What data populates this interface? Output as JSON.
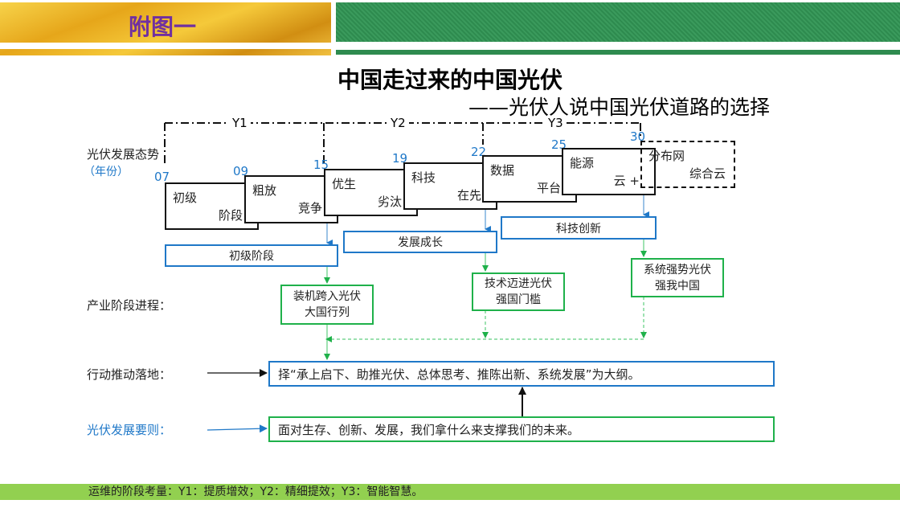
{
  "header": {
    "figure_label": "附图一",
    "title": "中国走过来的中国光伏",
    "subtitle": "——光伏人说中国光伏道路的选择"
  },
  "periods": [
    "Y1",
    "Y2",
    "Y3"
  ],
  "left_labels": {
    "trend": "光伏发展态势",
    "year": "（年份）",
    "industry": "产业阶段进程：",
    "action": "行动推动落地：",
    "principle": "光伏发展要则："
  },
  "steps": [
    {
      "year": "07",
      "line1": "初级",
      "line2": "阶段"
    },
    {
      "year": "09",
      "line1": "粗放",
      "line2": "竞争"
    },
    {
      "year": "15",
      "line1": "优生",
      "line2": "劣汰"
    },
    {
      "year": "19",
      "line1": "科技",
      "line2": "在先"
    },
    {
      "year": "22",
      "line1": "数据",
      "line2": "平台"
    },
    {
      "year": "25",
      "line1": "能源",
      "line2": "云 +"
    },
    {
      "year": "30",
      "line1": "分布网",
      "line2": "综合云"
    }
  ],
  "phases": [
    "初级阶段",
    "发展成长",
    "科技创新"
  ],
  "outcomes": [
    {
      "line1": "装机跨入光伏",
      "line2": "大国行列"
    },
    {
      "line1": "技术迈进光伏",
      "line2": "强国门槛"
    },
    {
      "line1": "系统强势光伏",
      "line2": "强我中国"
    }
  ],
  "action_text": "择“承上启下、助推光伏、总体思考、推陈出新、系统发展”为大纲。",
  "principle_text": "面对生存、创新、发展，我们拿什么来支撑我们的未来。",
  "footer": "运维的阶段考量：Y1：提质增效；Y2：精细提效；Y3：智能智慧。",
  "colors": {
    "blue": "#1f78c8",
    "green": "#1fb14a",
    "purple": "#7030a0",
    "lime": "#92d050"
  }
}
